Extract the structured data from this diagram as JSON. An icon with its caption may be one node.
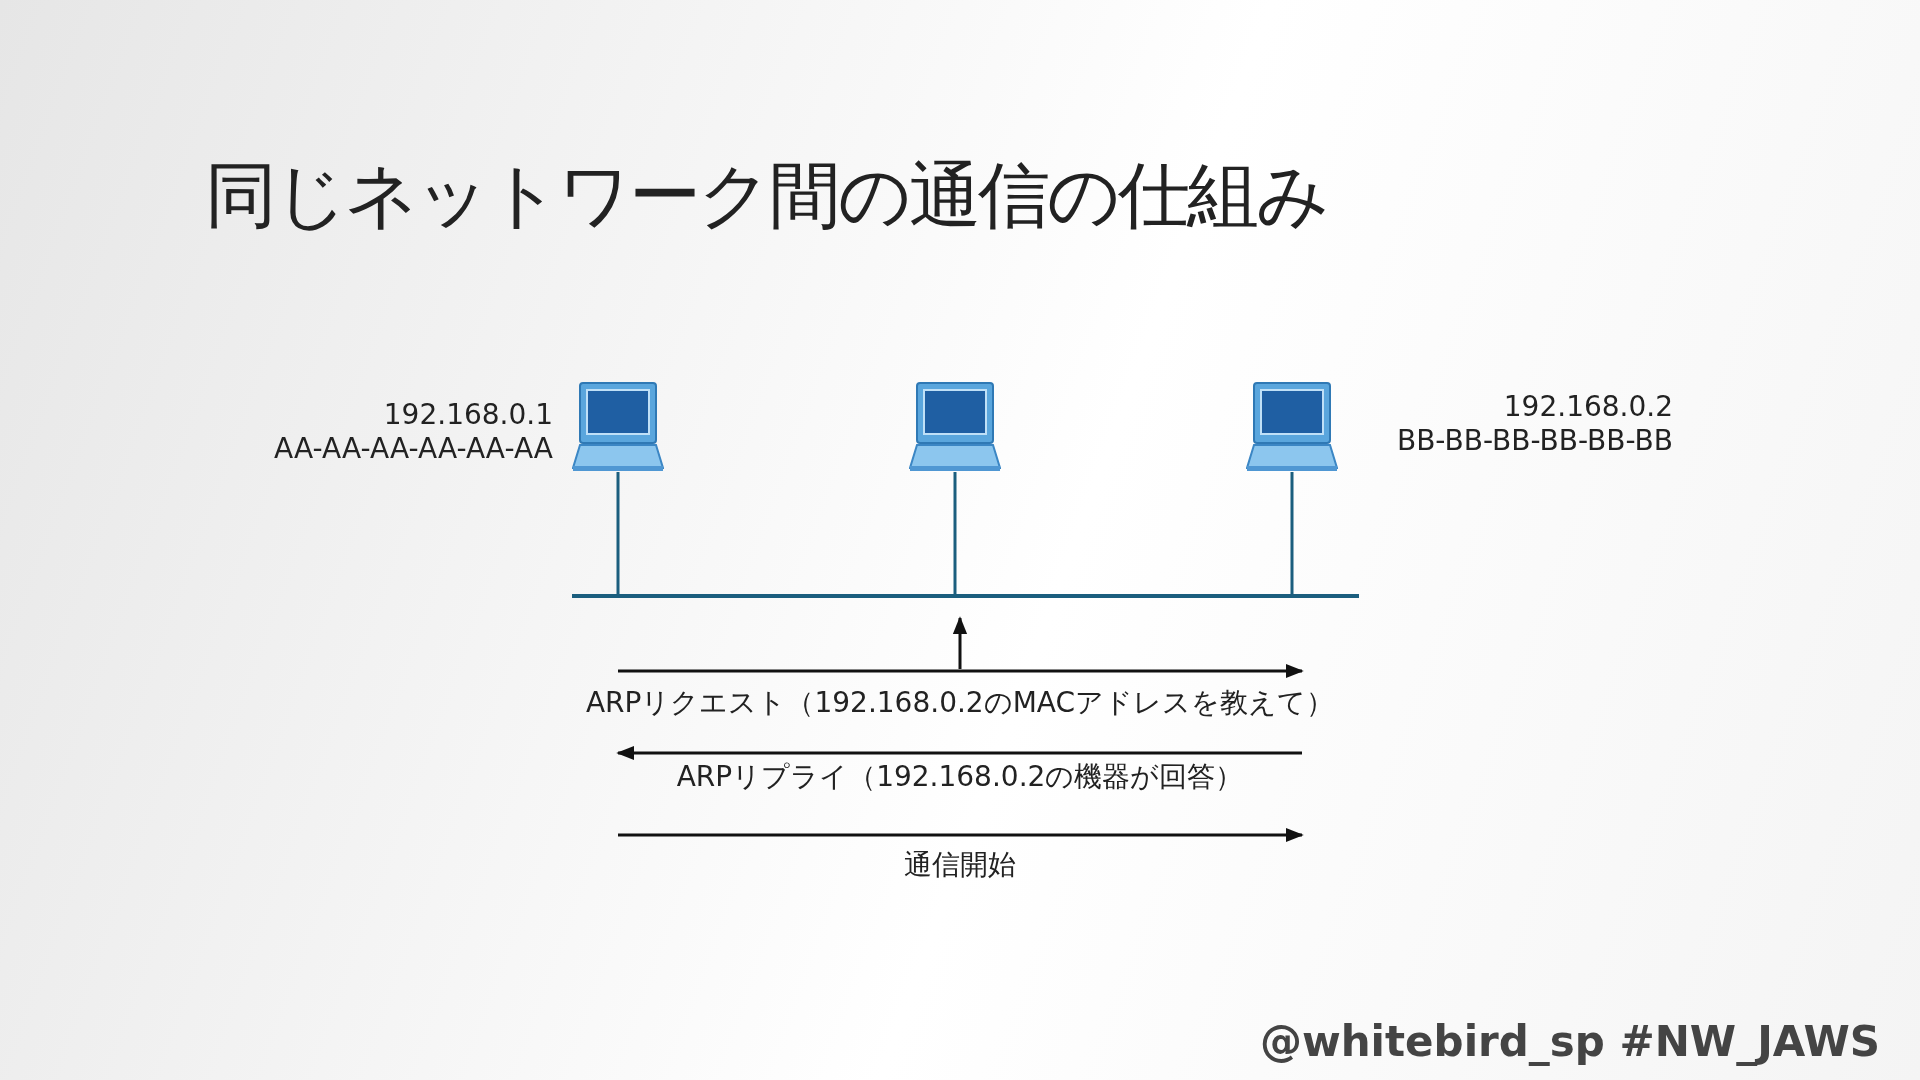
{
  "diagram": {
    "title": "同じネットワーク間の通信の仕組み",
    "nodes": [
      {
        "text": [],
        "shape": "laptop",
        "beside": [
          "192.168.0.1",
          "AA-AA-AA-AA-AA-AA"
        ]
      },
      {
        "text": [],
        "shape": "laptop"
      },
      {
        "text": [],
        "shape": "laptop",
        "beside": [
          "192.168.0.2",
          "BB-BB-BB-BB-BB-BB"
        ]
      },
      {
        "text": [],
        "shape": "bar"
      }
    ],
    "edges": [
      {
        "from": 0,
        "to": 3,
        "arrow": "none",
        "color": "#1b5e7e"
      },
      {
        "from": 1,
        "to": 3,
        "arrow": "none",
        "color": "#1b5e7e"
      },
      {
        "from": 2,
        "to": 3,
        "arrow": "none",
        "color": "#1b5e7e"
      },
      {
        "from": null,
        "to": 3,
        "arrow": "to",
        "color": "#111111"
      }
    ],
    "labels": [
      "ARPリクエスト（192.168.0.2のMACアドレスを教えて）",
      "ARPリプライ（192.168.0.2の機器が回答）",
      "通信開始",
      "@whitebird_sp #NW_JAWS"
    ]
  }
}
